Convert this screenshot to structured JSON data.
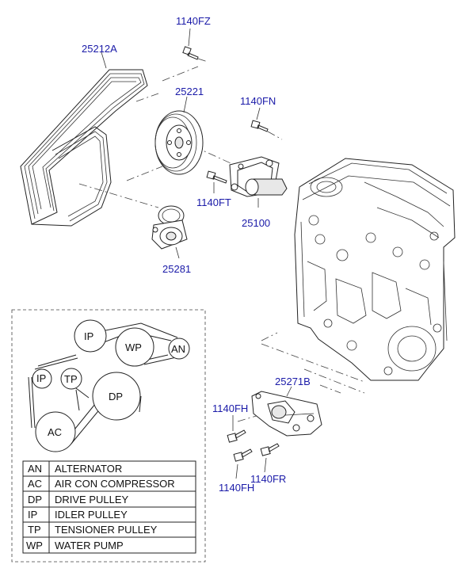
{
  "part_labels": {
    "belt": "25212A",
    "bolt_top": "1140FZ",
    "water_pump_pulley": "25221",
    "bolt_pump_right": "1140FN",
    "bolt_pump_left": "1140FT",
    "water_pump": "25100",
    "idler_pulley": "25281",
    "tensioner": "25271B",
    "bolt_tensioner_a": "1140FH",
    "bolt_tensioner_b": "1140FH",
    "bolt_tensioner_c": "1140FR"
  },
  "belt_routing": {
    "pulleys": [
      "IP",
      "WP",
      "AN",
      "IP",
      "TP",
      "DP",
      "AC"
    ]
  },
  "legend": [
    {
      "code": "AN",
      "name": "ALTERNATOR"
    },
    {
      "code": "AC",
      "name": "AIR CON COMPRESSOR"
    },
    {
      "code": "DP",
      "name": "DRIVE PULLEY"
    },
    {
      "code": "IP",
      "name": "IDLER PULLEY"
    },
    {
      "code": "TP",
      "name": "TENSIONER PULLEY"
    },
    {
      "code": "WP",
      "name": "WATER PUMP"
    }
  ],
  "colors": {
    "label_blue": "#1a1aa8",
    "line": "#222222"
  }
}
